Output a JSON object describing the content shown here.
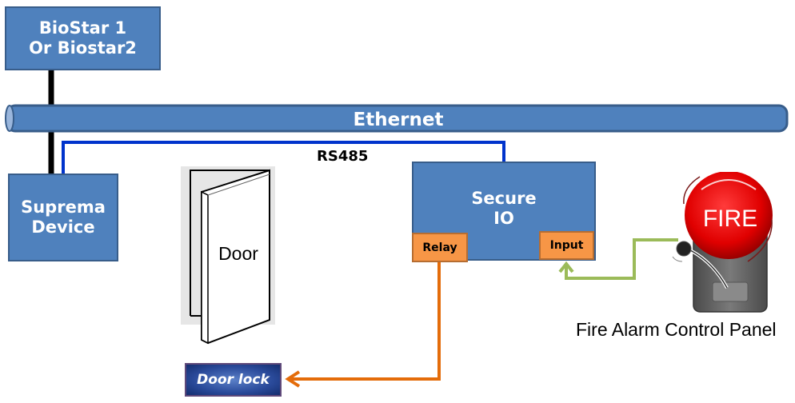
{
  "nodes": {
    "biostar": {
      "line1": "BioStar 1",
      "line2": "Or Biostar2"
    },
    "ethernet": {
      "label": "Ethernet"
    },
    "rs485": {
      "label": "RS485"
    },
    "suprema": {
      "line1": "Suprema",
      "line2": "Device"
    },
    "door": {
      "label": "Door"
    },
    "secure_io": {
      "line1": "Secure",
      "line2": "IO",
      "relay_label": "Relay",
      "input_label": "Input"
    },
    "door_lock": {
      "label": "Door lock"
    },
    "fire_alarm": {
      "bell_text": "FIRE",
      "caption": "Fire Alarm Control Panel"
    }
  },
  "connections": [
    {
      "from": "biostar",
      "to": "ethernet",
      "type": "ethernet-cable",
      "color": "#000000"
    },
    {
      "from": "ethernet",
      "to": "suprema",
      "type": "ethernet-cable",
      "color": "#000000"
    },
    {
      "from": "suprema",
      "to": "secure_io",
      "type": "RS485",
      "color": "#0033cc"
    },
    {
      "from": "secure_io.relay",
      "to": "door_lock",
      "type": "relay-output",
      "color": "#e46c0a"
    },
    {
      "from": "fire_alarm",
      "to": "secure_io.input",
      "type": "alarm-input",
      "color": "#9bbb59"
    }
  ],
  "colors": {
    "box_fill": "#4f81bd",
    "box_border": "#385d8a",
    "port_fill": "#f79646",
    "rs485_line": "#0033cc",
    "relay_line": "#e46c0a",
    "input_line": "#9bbb59",
    "door_lock_fill": "#1f3a8a"
  }
}
